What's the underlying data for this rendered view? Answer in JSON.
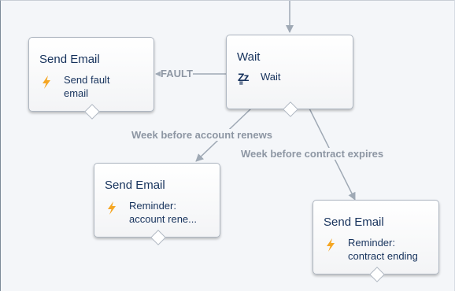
{
  "colors": {
    "canvas": "#f4f6f9",
    "node_border": "#aeb6c1",
    "text": "#16325c",
    "connector": "#9fa9b5",
    "connector_label": "#8d96a3",
    "lightning": "#f5a623"
  },
  "nodes": {
    "send_fault": {
      "type": "Send Email",
      "label_lines": [
        "Send fault",
        "email"
      ],
      "icon": "lightning-icon"
    },
    "wait": {
      "type": "Wait",
      "label": "Wait",
      "icon": "zzz-wait-icon",
      "icon_text": "Z̳z"
    },
    "reminder_account": {
      "type": "Send Email",
      "label_lines": [
        "Reminder:",
        "account rene..."
      ],
      "icon": "lightning-icon"
    },
    "reminder_contract": {
      "type": "Send Email",
      "label_lines": [
        "Reminder:",
        "contract ending"
      ],
      "icon": "lightning-icon"
    }
  },
  "connectors": {
    "fault": "FAULT",
    "week_before_renews": "Week before account renews",
    "week_before_expires": "Week before contract expires"
  }
}
